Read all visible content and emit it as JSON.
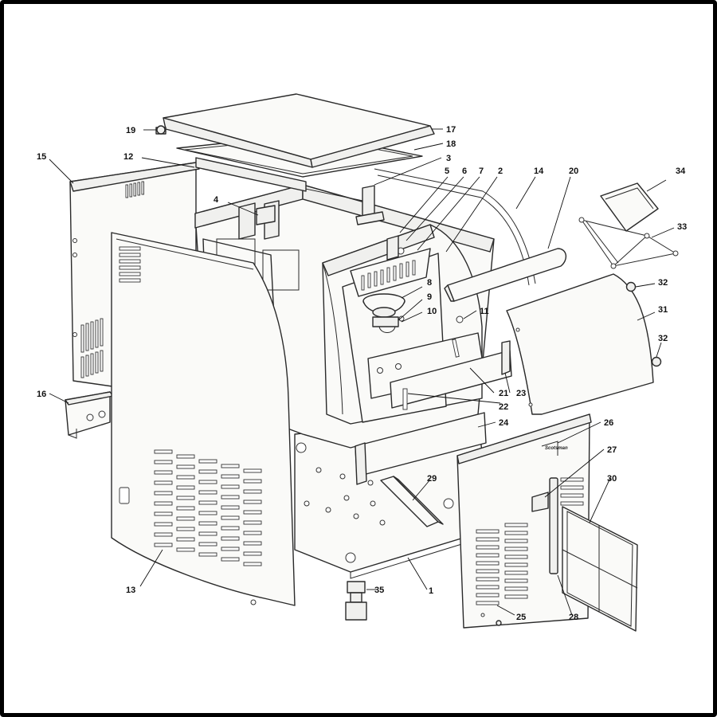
{
  "callouts": {
    "c1": "1",
    "c2": "2",
    "c3": "3",
    "c4": "4",
    "c5": "5",
    "c6": "6",
    "c7": "7",
    "c8": "8",
    "c9": "9",
    "c10": "10",
    "c11": "11",
    "c12": "12",
    "c13": "13",
    "c14": "14",
    "c15": "15",
    "c16": "16",
    "c17": "17",
    "c18": "18",
    "c19": "19",
    "c20": "20",
    "c21": "21",
    "c22": "22",
    "c23": "23",
    "c24": "24",
    "c25": "25",
    "c26": "26",
    "c27": "27",
    "c28": "28",
    "c29": "29",
    "c30": "30",
    "c31": "31",
    "c32a": "32",
    "c32b": "32",
    "c33": "33",
    "c34": "34",
    "c35": "35"
  },
  "front_panel_logo": "Scotsman"
}
